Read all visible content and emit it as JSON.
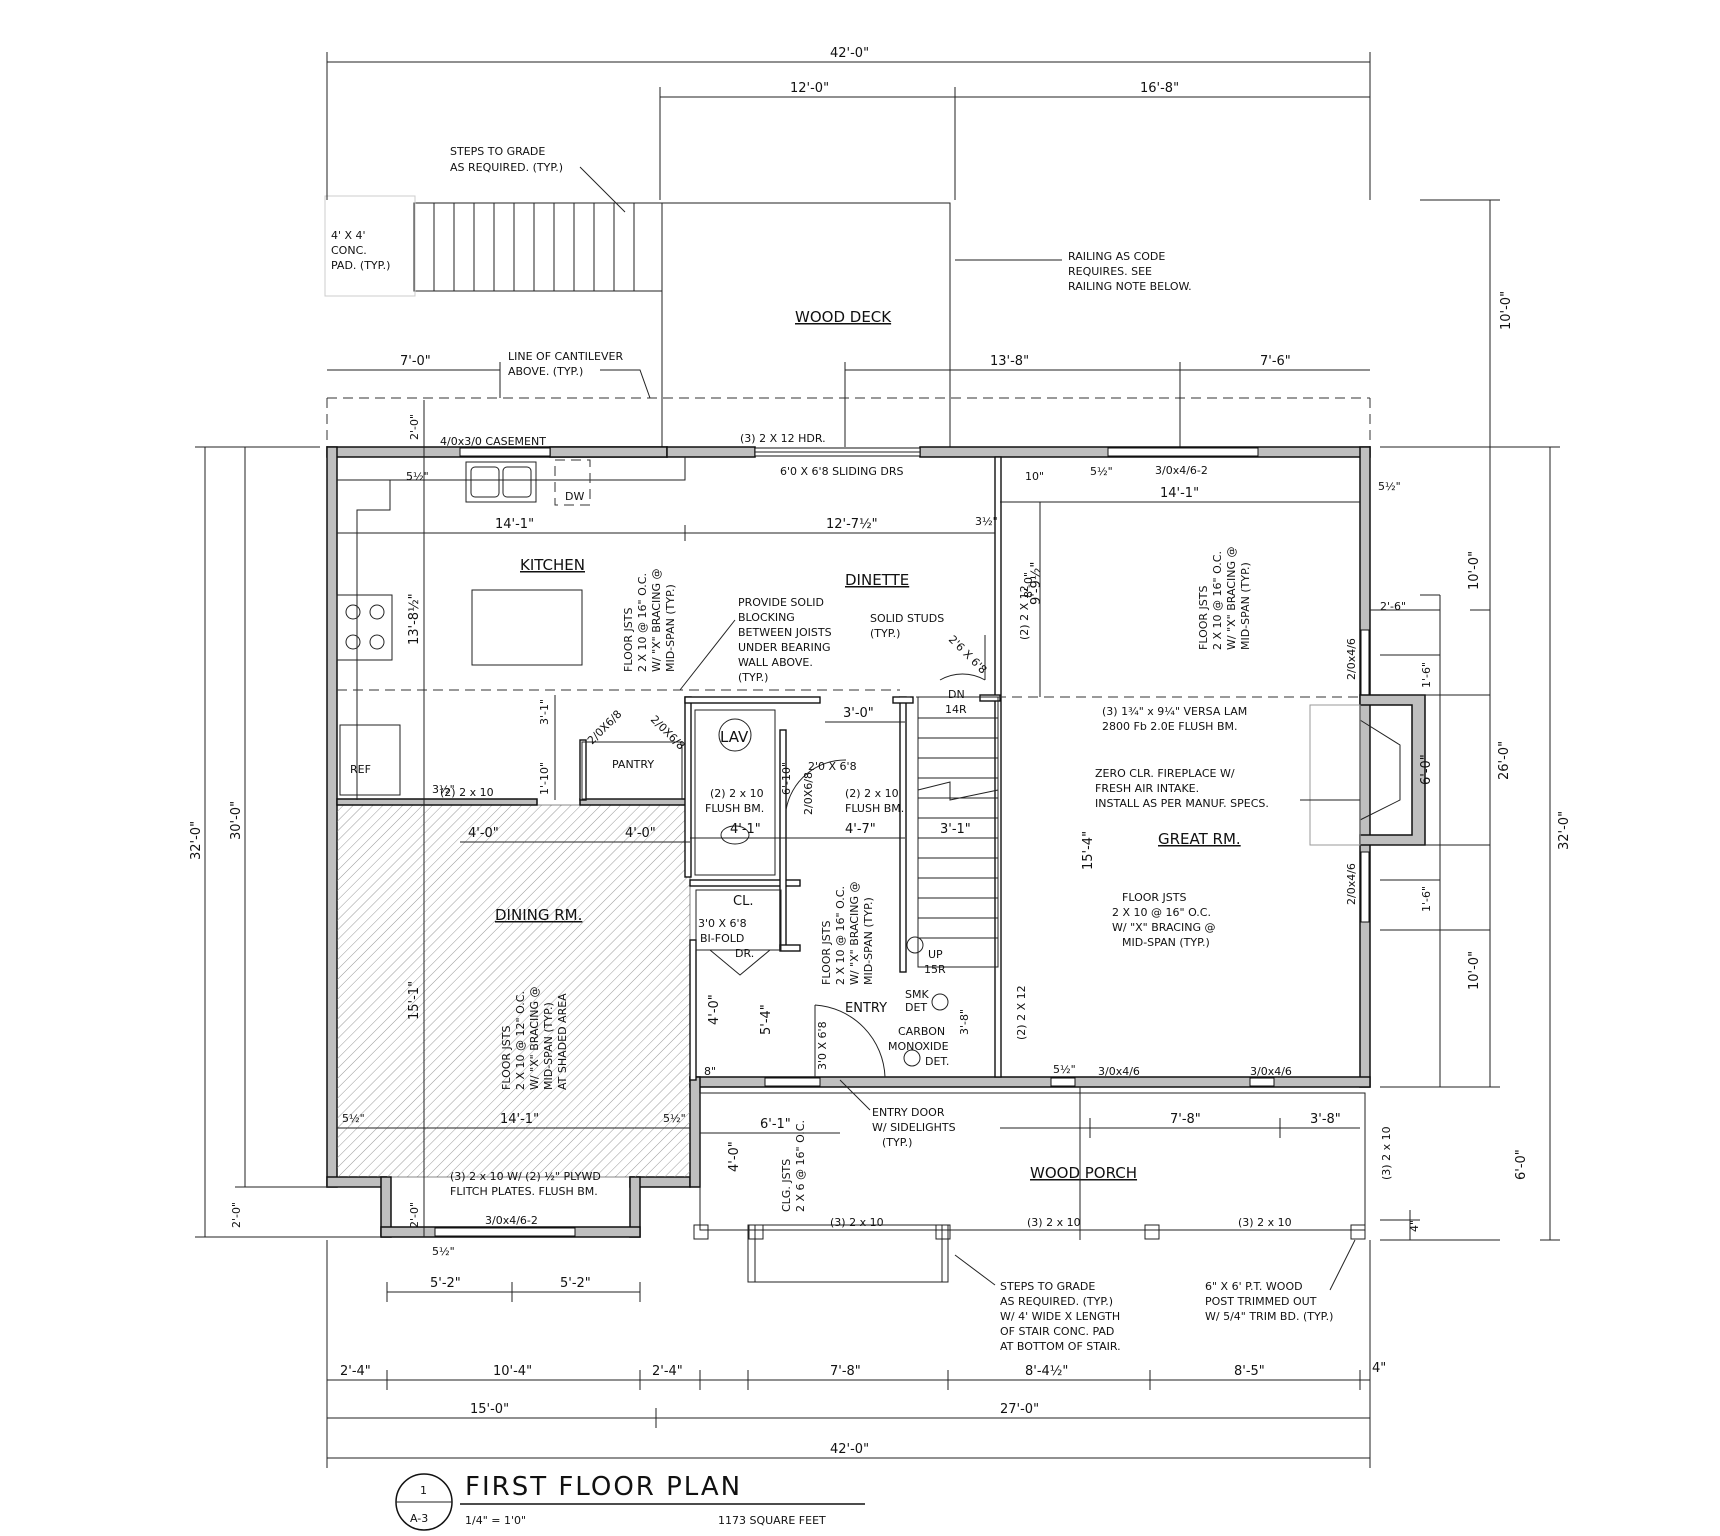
{
  "title": {
    "text": "FIRST FLOOR PLAN",
    "scale": "1/4\" = 1'0\"",
    "area": "1173 SQUARE FEET",
    "ref_top": "1",
    "ref_bottom": "A-3"
  },
  "rooms": {
    "kitchen": "KITCHEN",
    "dinette": "DINETTE",
    "dining": "DINING RM.",
    "great": "GREAT RM.",
    "wood_deck": "WOOD DECK",
    "wood_porch": "WOOD PORCH",
    "pantry": "PANTRY",
    "lav": "LAV",
    "closet": "CL.",
    "entry": "ENTRY",
    "ref": "REF",
    "dw": "DW"
  },
  "dims": {
    "overall_top": "42'-0\"",
    "deck_left": "12'-0\"",
    "deck_right": "16'-8\"",
    "cantilever_left": "7'-0\"",
    "cantilever_mid": "13'-8\"",
    "cantilever_right": "7'-6\"",
    "deck_depth": "10'-0\"",
    "kitchen_width": "14'-1\"",
    "dinette_width": "12'-7½\"",
    "great_width": "14'-1\"",
    "kitchen_depth": "13'-8½\"",
    "dining_depth": "15'-1\"",
    "dining_width": "14'-1\"",
    "great_depth": "15'-4\"",
    "great_upper": "9'-9½\"",
    "right_1": "10'-0\"",
    "right_2": "1'-6\"",
    "right_3": "6'-0\"",
    "right_4": "1'-6\"",
    "right_5": "10'-0\"",
    "right_26": "26'-0\"",
    "right_32": "32'-0\"",
    "right_porch": "6'-0\"",
    "right_4in": "4\"",
    "left_32": "32'-0\"",
    "left_30": "30'-0\"",
    "left_2": "2'-0\"",
    "bay_2": "2'-0\"",
    "top_2": "2'-0\"",
    "fireplace": "2'-6\"",
    "bay_left": "5'-2\"",
    "bay_right": "5'-2\"",
    "bottom_a1": "2'-4\"",
    "bottom_a2": "10'-4\"",
    "bottom_a3": "2'-4\"",
    "bottom_a4": "7'-8\"",
    "bottom_a5": "8'-4½\"",
    "bottom_a6": "8'-5\"",
    "bottom_a7": "4\"",
    "bottom_b1": "15'-0\"",
    "bottom_b2": "27'-0\"",
    "bottom_c": "42'-0\"",
    "porch_left": "6'-1\"",
    "porch_7_8": "7'-8\"",
    "porch_3_8": "3'-8\"",
    "porch_depth": "4'-0\"",
    "entry_4_0": "4'-0\"",
    "entry_5_4": "5'-4\"",
    "stair_3_0": "3'-0\"",
    "stair_3_1": "3'-1\"",
    "lav_4_1": "4'-1\"",
    "hall_4_7": "4'-7\"",
    "hall_4_0a": "4'-0\"",
    "hall_4_0b": "4'-0\"",
    "hall_3_1": "3'-1\"",
    "hall_1_10": "1'-10\"",
    "lav_6_10": "6'-10\"",
    "hdr_8_0": "8'-0\"",
    "stair_3_8": "3'-8\"",
    "half": "3½\"",
    "fivehalf": "5½\"",
    "ten": "10\"",
    "eight": "8\""
  },
  "labels": {
    "steps_top": "STEPS TO GRADE",
    "steps_top2": "AS REQUIRED. (TYP.)",
    "pad1": "4' X 4'",
    "pad2": "CONC.",
    "pad3": "PAD. (TYP.)",
    "railing1": "RAILING AS CODE",
    "railing2": "REQUIRES. SEE",
    "railing3": "RAILING NOTE BELOW.",
    "cant1": "LINE OF CANTILEVER",
    "cant2": "ABOVE. (TYP.)",
    "casement": "4/0x3/0 CASEMENT",
    "hdr": "(3) 2 X 12 HDR.",
    "sliding": "6'0 X 6'8 SLIDING DRS",
    "win_top_right": "3/0x4/6-2",
    "kitchen_joists1": "FLOOR JSTS",
    "kitchen_joists2": "2 X 10 @ 16\" O.C.",
    "kitchen_joists3": "W/ \"X\" BRACING @",
    "kitchen_joists4": "MID-SPAN (TYP.)",
    "blocking1": "PROVIDE SOLID",
    "blocking2": "BLOCKING",
    "blocking3": "BETWEEN JOISTS",
    "blocking4": "UNDER BEARING",
    "blocking5": "WALL ABOVE.",
    "blocking6": "(TYP.)",
    "solid_studs1": "SOLID STUDS",
    "solid_studs2": "(TYP.)",
    "door_26": "2'6 X 6'8",
    "dn": "DN",
    "r14": "14R",
    "up": "UP",
    "r15": "15R",
    "versa1": "(3) 1¾\" x 9¼\" VERSA LAM",
    "versa2": "2800 Fb 2.0E FLUSH BM.",
    "fire1": "ZERO CLR. FIREPLACE W/",
    "fire2": "FRESH AIR INTAKE.",
    "fire3": "INSTALL AS PER MANUF. SPECS.",
    "great_joists1": "FLOOR JSTS",
    "great_joists2": "2 X 10 @ 16\" O.C.",
    "great_joists3": "W/ \"X\" BRACING @",
    "great_joists4": "MID-SPAN (TYP.)",
    "win_fp1": "2/0x4/6",
    "win_fp2": "2/0x4/6",
    "flush1": "(2) 2 x 10",
    "flush1b": "FLUSH BM.",
    "flush2": "(2) 2 x 10",
    "flush2b": "FLUSH BM.",
    "flush3": "(2) 2 x 10",
    "door_pantry1": "2/0X6/8",
    "door_pantry2": "2/0X6/8",
    "door_lav": "2'0 X 6'8",
    "door_hall": "2/0X6/8",
    "closet1": "3'0 X 6'8",
    "closet2": "BI-FOLD",
    "closet3": "DR.",
    "dining_joists1": "FLOOR JSTS",
    "dining_joists2": "2 X 10 @ 12\" O.C.",
    "dining_joists3": "W/ \"X\" BRACING @",
    "dining_joists4": "MID-SPAN (TYP.)",
    "dining_joists5": "AT SHADED AREA",
    "hall_joists1": "FLOOR JSTS",
    "hall_joists2": "2 X 10 @ 16\" O.C.",
    "hall_joists3": "W/ \"X\" BRACING @",
    "hall_joists4": "MID-SPAN (TYP.)",
    "smk1": "SMK",
    "smk2": "DET",
    "co1": "CARBON",
    "co2": "MONOXIDE",
    "co3": "DET.",
    "entry_door_size": "3'0 X 6'8",
    "hdr_212": "(2) 2 X 12",
    "hdr_212b": "(2) 2 X 12",
    "win_porch1": "3/0x4/6",
    "win_porch2": "3/0x4/6",
    "entry_door1": "ENTRY DOOR",
    "entry_door2": "W/ SIDELIGHTS",
    "entry_door3": "(TYP.)",
    "flitch1": "(3) 2 x 10 W/ (2) ½\" PLYWD",
    "flitch2": "FLITCH PLATES. FLUSH BM.",
    "bay_window": "3/0x4/6-2",
    "clg1": "CLG. JSTS",
    "clg2": "2 X 6 @ 16\" O.C.",
    "porch_hdr1": "(3) 2 x 10",
    "porch_hdr2": "(3) 2 x 10",
    "porch_hdr3": "(3) 2 x 10",
    "porch_side": "(3) 2 x 10",
    "steps_bot1": "STEPS TO GRADE",
    "steps_bot2": "AS REQUIRED. (TYP.)",
    "steps_bot3": "W/ 4' WIDE X LENGTH",
    "steps_bot4": "OF STAIR CONC. PAD",
    "steps_bot5": "AT BOTTOM OF STAIR.",
    "post1": "6\" X 6' P.T. WOOD",
    "post2": "POST TRIMMED OUT",
    "post3": "W/ 5/4\" TRIM BD. (TYP.)"
  }
}
